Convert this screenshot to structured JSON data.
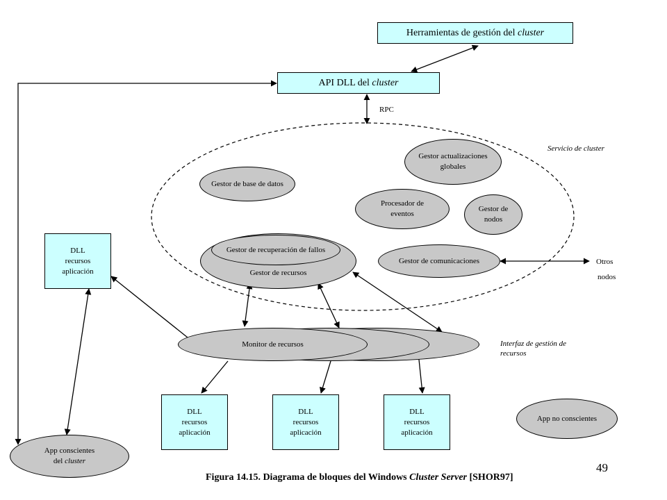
{
  "top": {
    "tools_text": "Herramientas de gestión del ",
    "tools_italic": "cluster",
    "api_text": "API DLL del ",
    "api_italic": "cluster",
    "rpc": "RPC"
  },
  "service": {
    "label": "Servicio de cluster",
    "db_manager": "Gestor de base de datos",
    "global_update_1": "Gestor actualizaciones",
    "global_update_2": "globales",
    "event_proc_1": "Procesador de",
    "event_proc_2": "eventos",
    "node_mgr_1": "Gestor de",
    "node_mgr_2": "nodos",
    "failover": "Gestor de recuperación de fallos",
    "resource_mgr": "Gestor de recursos",
    "comm_mgr": "Gestor de comunicaciones"
  },
  "other_nodes_1": "Otros",
  "other_nodes_2": "nodos",
  "resource_interface_1": "Interfaz de gestión de",
  "resource_interface_2": "recursos",
  "monitor": "Monitor de recursos",
  "dll": {
    "line1": "DLL",
    "line2": "recursos",
    "line3": "aplicación"
  },
  "app_aware_1": "App conscientes",
  "app_aware_2": "del ",
  "app_aware_italic": "cluster",
  "app_unaware": "App  no conscientes",
  "caption": {
    "prefix": "Figura 14.15.  Diagrama de bloques del Windows ",
    "italic": "Cluster Server",
    "suffix": " [SHOR97]"
  },
  "page_number": "49"
}
